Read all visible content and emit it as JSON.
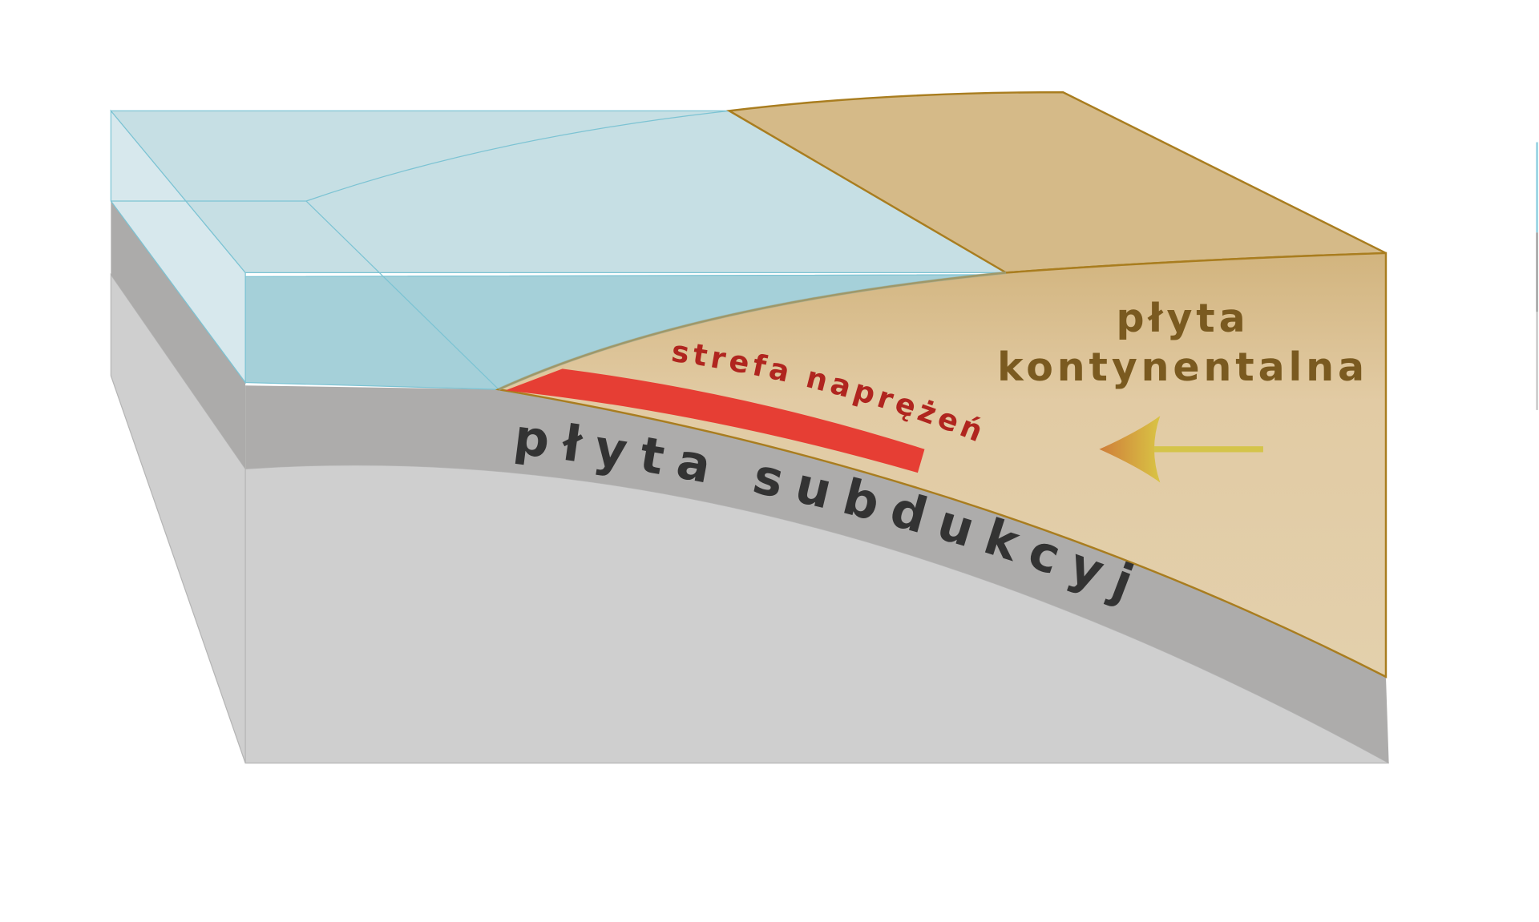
{
  "labels": {
    "continental_line1": "płyta",
    "continental_line2": "kontynentalna",
    "stress_zone": "strefa naprężeń",
    "subducting_plate": "płyta subdukcyjna"
  },
  "colors": {
    "water_top": "#c6dfe4",
    "water_front": "#a5d0d9",
    "water_side": "#d8e8ed",
    "continent_top": "#d5ba88",
    "continent_front": "#e2cfaa",
    "continent_outline": "#a97d1f",
    "subducting_band": "#adacab",
    "mantle": "#cfcfcf",
    "stress_zone": "#e63e34",
    "stress_label": "#b0251f",
    "continental_label": "#7a5a20",
    "subducting_label": "#333333",
    "arrow": "#d4c44a"
  },
  "icons": {
    "movement_arrow": "arrow-left-icon"
  }
}
